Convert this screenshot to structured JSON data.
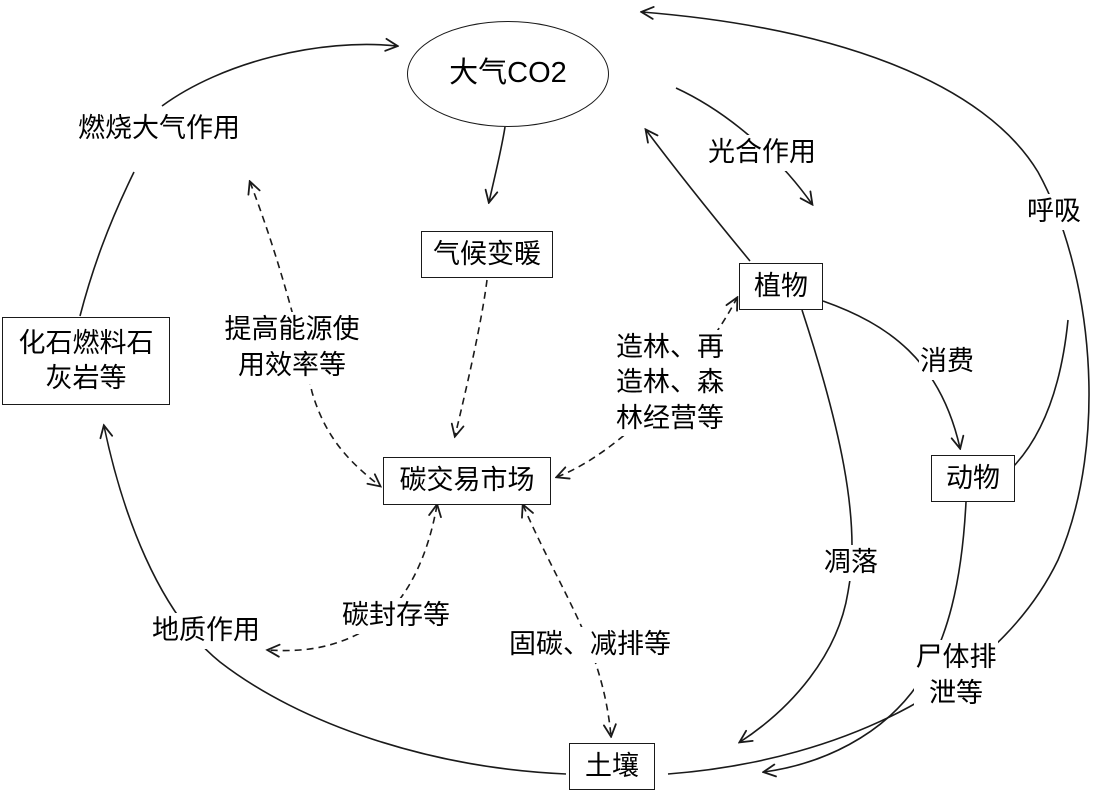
{
  "diagram": {
    "title": "carbon-cycle-and-carbon-trading-market-diagram",
    "nodes": {
      "atmosphere_co2": {
        "label": "大气CO2",
        "shape": "ellipse"
      },
      "climate_warming": {
        "label": "气候变暖",
        "shape": "rect"
      },
      "fossil_fuel": {
        "label": "化石燃料石\n灰岩等",
        "shape": "rect"
      },
      "plants": {
        "label": "植物",
        "shape": "rect"
      },
      "animals": {
        "label": "动物",
        "shape": "rect"
      },
      "carbon_market": {
        "label": "碳交易市场",
        "shape": "rect"
      },
      "soil": {
        "label": "土壤",
        "shape": "rect"
      }
    },
    "edge_labels": {
      "combustion": "燃烧大气作用",
      "photosynthesis": "光合作用",
      "respiration": "呼吸",
      "energy_efficiency": "提高能源使\n用效率等",
      "afforestation": "造林、再\n造林、森\n林经营等",
      "consumption": "消费",
      "litterfall": "凋落",
      "geological_action": "地质作用",
      "carbon_sequestration": "碳封存等",
      "carbon_fixation_emission_reduction": "固碳、减排等",
      "corpse_excretion": "尸体排\n泄等"
    },
    "edges": [
      {
        "from": "fossil_fuel",
        "to": "atmosphere_co2",
        "label": "燃烧大气作用",
        "style": "solid"
      },
      {
        "from": "atmosphere_co2",
        "to": "climate_warming",
        "label": "",
        "style": "solid"
      },
      {
        "from": "atmosphere_co2",
        "to": "plants",
        "label": "光合作用",
        "style": "solid"
      },
      {
        "from": "plants",
        "to": "atmosphere_co2",
        "label": "",
        "style": "solid"
      },
      {
        "from": "plants",
        "to": "animals",
        "label": "消费",
        "style": "solid"
      },
      {
        "from": "plants",
        "to": "soil",
        "label": "凋落",
        "style": "solid"
      },
      {
        "from": "animals",
        "to": "soil",
        "label": "尸体排泄等",
        "style": "solid"
      },
      {
        "from": "soil",
        "to": "atmosphere_co2",
        "label": "呼吸",
        "style": "solid"
      },
      {
        "from": "soil",
        "to": "fossil_fuel",
        "label": "地质作用",
        "style": "solid"
      },
      {
        "from": "climate_warming",
        "to": "carbon_market",
        "label": "",
        "style": "dashed"
      },
      {
        "from": "carbon_market",
        "to": "combustion",
        "label": "提高能源使用效率等",
        "style": "dashed-double"
      },
      {
        "from": "carbon_market",
        "to": "plants",
        "label": "造林、再造林、森林经营等",
        "style": "dashed-double"
      },
      {
        "from": "carbon_market",
        "to": "geological_action",
        "label": "碳封存等",
        "style": "dashed-double"
      },
      {
        "from": "carbon_market",
        "to": "soil",
        "label": "固碳、减排等",
        "style": "dashed-double"
      }
    ],
    "colors": {
      "stroke": "#1a1a1a",
      "background": "#ffffff",
      "text": "#000000"
    }
  }
}
